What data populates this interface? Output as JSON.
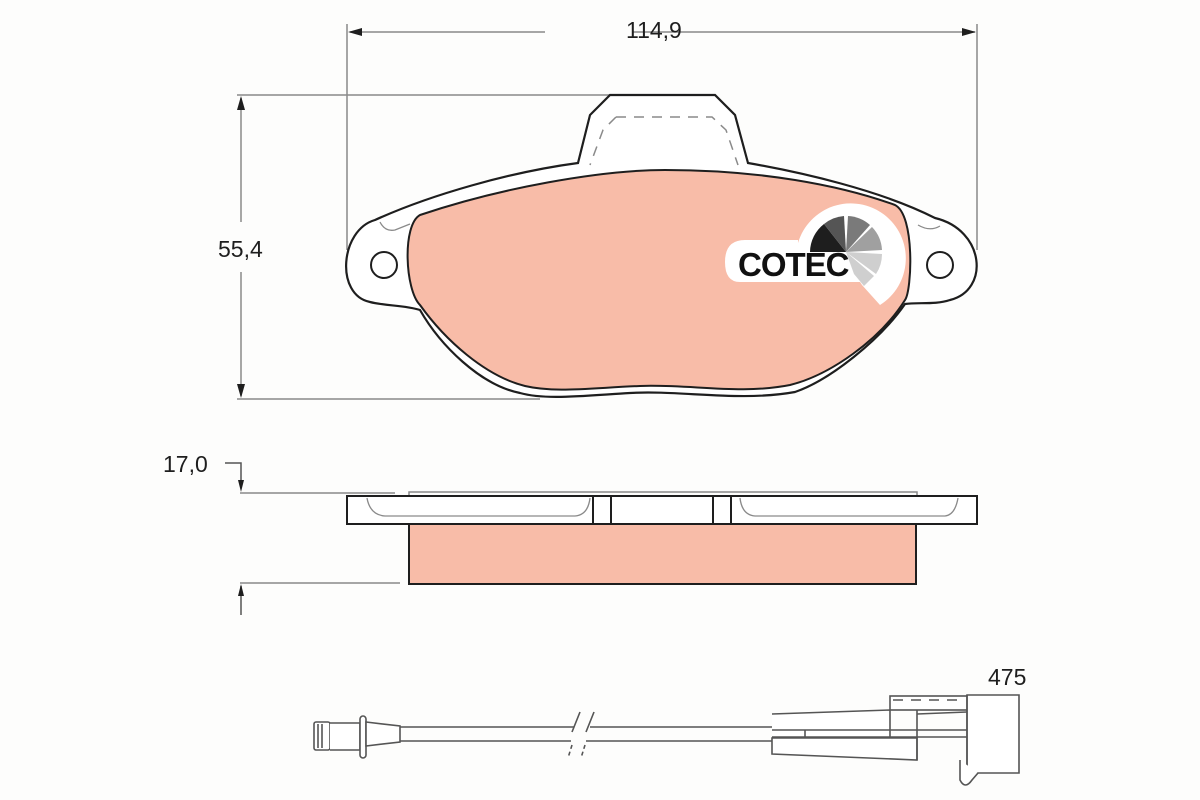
{
  "drawing": {
    "subject": "brake pad technical drawing",
    "colors": {
      "background": "#fdfdfc",
      "friction_material": "#f8bca8",
      "outline": "#1e1e1e",
      "dimension_line": "#8a8a8a",
      "logo_segments": [
        "#1e1e1e",
        "#555555",
        "#7a7a7a",
        "#8c8c8c",
        "#a8a8a8",
        "#cfcfcf"
      ]
    },
    "dimensions": {
      "width": {
        "label": "114,9"
      },
      "height": {
        "label": "55,4"
      },
      "thickness": {
        "label": "17,0"
      },
      "wear_sensor_length": {
        "label": "475"
      }
    },
    "logo": {
      "text": "COTEC"
    },
    "views": [
      "front-view",
      "side-view",
      "wear-sensor"
    ]
  }
}
